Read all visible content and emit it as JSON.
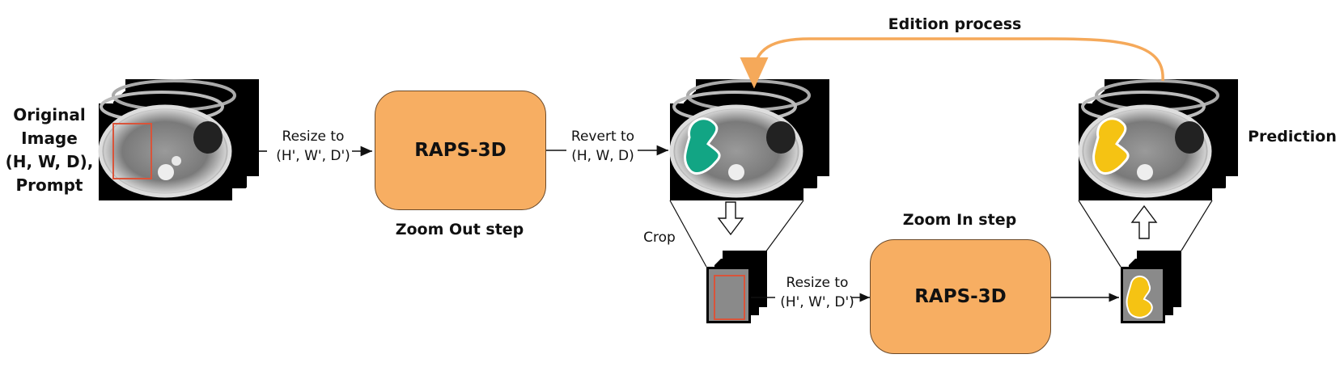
{
  "input_label": {
    "l1": "Original",
    "l2": "Image",
    "l3": "(H, W, D),",
    "l4": "Prompt"
  },
  "resize1": {
    "l1": "Resize to",
    "l2": "(H', W', D')"
  },
  "model1": {
    "label": "RAPS-3D",
    "caption": "Zoom Out step"
  },
  "revert": {
    "l1": "Revert to",
    "l2": "(H, W, D)"
  },
  "crop_label": "Crop",
  "resize2": {
    "l1": "Resize to",
    "l2": "(H', W', D')"
  },
  "model2": {
    "label": "RAPS-3D",
    "caption": "Zoom In step"
  },
  "output_label": "Prediction",
  "loop_label": "Edition process",
  "colors": {
    "model_fill": "#F7AE62",
    "loop_arrow": "#F5A95A",
    "zoom_out_mask": "#12A584",
    "prediction_mask": "#F5C313",
    "prompt_box": "#D9543A"
  }
}
